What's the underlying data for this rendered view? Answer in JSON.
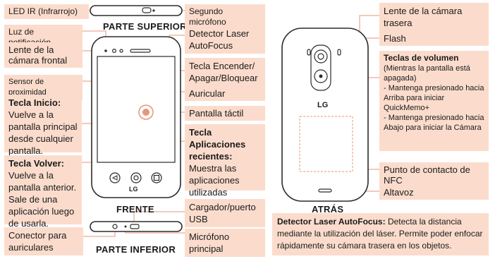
{
  "headers": {
    "top": "PARTE SUPERIOR",
    "front": "FRENTE",
    "bottom": "PARTE INFERIOR",
    "back": "ATRÁS"
  },
  "logo": "LG",
  "labels": {
    "led_ir": "LED IR (Infrarrojo)",
    "mic2": "Segundo micrófono",
    "notif": "Luz de notificación",
    "front_cam": "Lente de la cámara frontal",
    "prox": "Sensor de proximidad",
    "home_title": "Tecla Inicio:",
    "home_desc": "Vuelve a la pantalla principal desde cualquier pantalla.",
    "back_title": "Tecla Volver:",
    "back_desc": "Vuelve a la pantalla anterior. Sale de una aplicación luego de usarla.",
    "jack": "Conector para auriculares",
    "laser": "Detector Laser AutoFocus",
    "power": "Tecla Encender/ Apagar/Bloquear",
    "earpiece": "Auricular",
    "touch": "Pantalla táctil",
    "recent_title": "Tecla Aplicaciones recientes:",
    "recent_desc": "Muestra las aplicaciones utilizadas recientemente.",
    "usb": "Cargador/puerto USB",
    "mic_main": "Micrófono principal",
    "rear_cam": "Lente de la cámara trasera",
    "flash": "Flash",
    "vol_title": "Teclas de volumen",
    "vol_desc": "(Mientras la pantalla está apagada)",
    "vol_b1": "- Mantenga presionado hacia Arriba para iniciar QuickMemo+",
    "vol_b2": "- Mantenga presionado hacia Abajo para iniciar la Cámara",
    "nfc": "Punto de contacto de NFC",
    "speaker": "Altavoz",
    "laser_desc_title": "Detector Laser AutoFocus:",
    "laser_desc": "Detecta la distancia mediante la utilización del láser. Permite poder enfocar rápidamente su cámara trasera en los objetos."
  }
}
